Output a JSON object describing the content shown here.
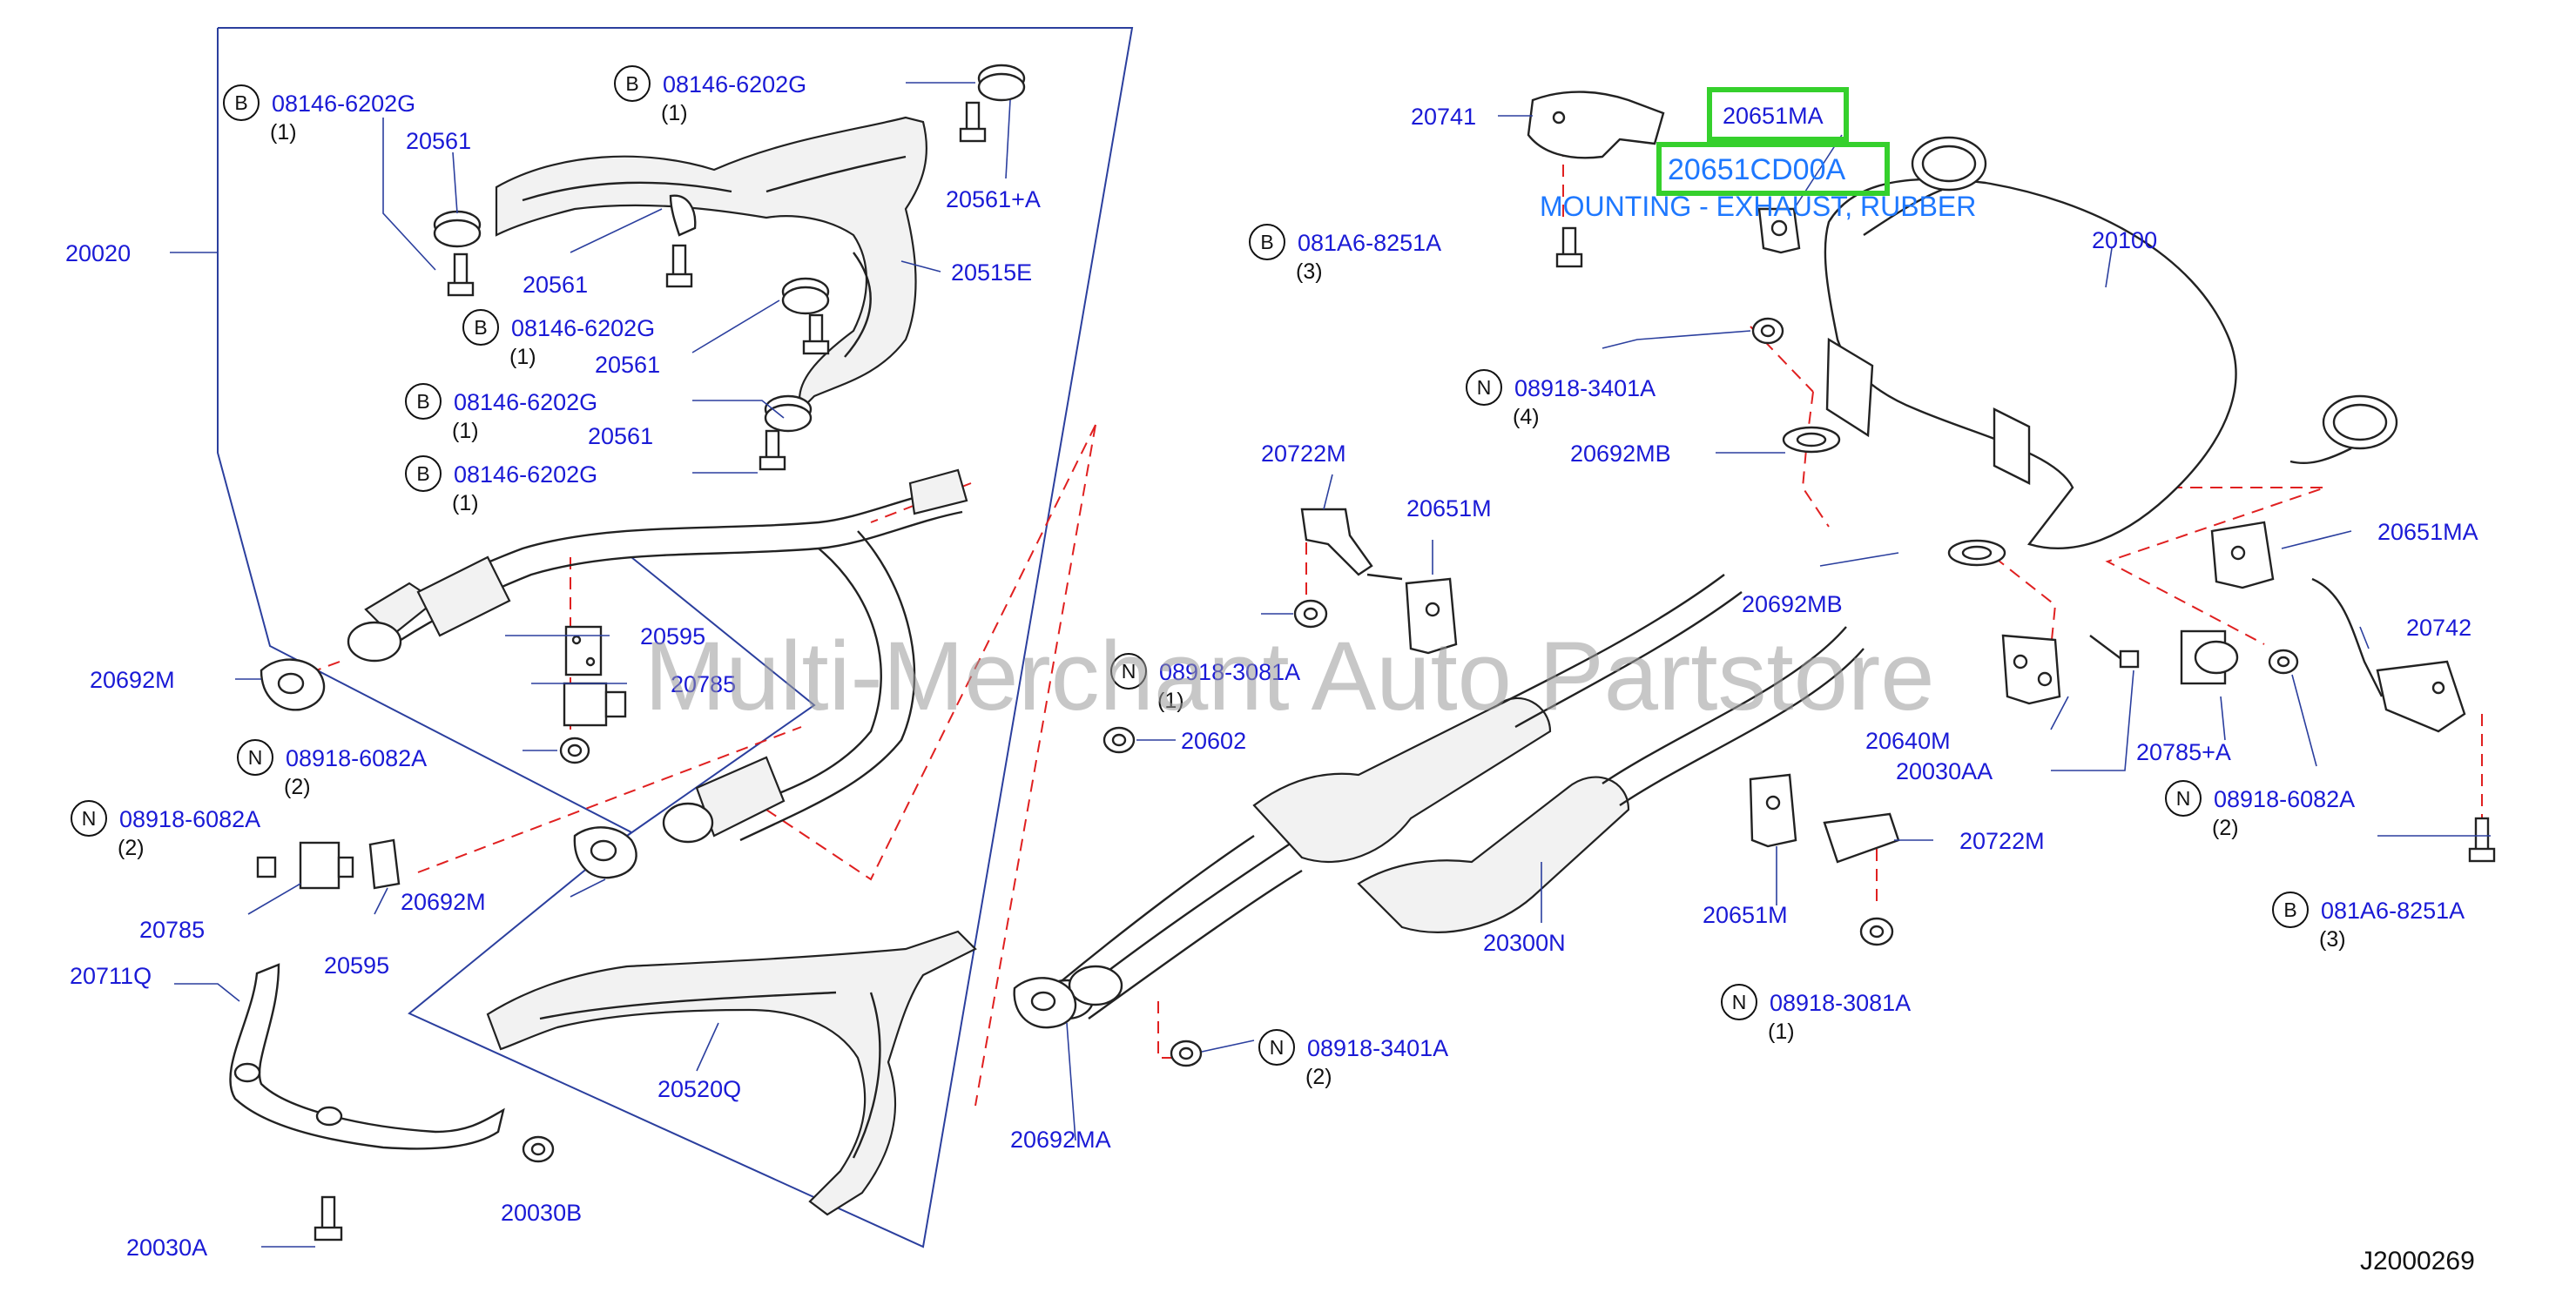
{
  "diagram_id": "J2000269",
  "watermark": "Multi-Merchant Auto Partstore",
  "highlight": {
    "part_number": "20651MA",
    "oem_number": "20651CD00A",
    "description": "MOUNTING - EXHAUST, RUBBER",
    "accent_color": "#35d02c",
    "text_color": "#1e78ff"
  },
  "labels": {
    "p20020": "20020",
    "p20561_a": "20561",
    "p20561_b": "20561",
    "p20561_c": "20561",
    "p20561_d": "20561",
    "p20561_plus_a": "20561+A",
    "p20515e": "20515E",
    "p20692m_a": "20692M",
    "p20692m_b": "20692M",
    "p20595_a": "20595",
    "p20595_b": "20595",
    "p20785_a": "20785",
    "p20785_b": "20785",
    "p20711q": "20711Q",
    "p20520q": "20520Q",
    "p20030a": "20030A",
    "p20030b": "20030B",
    "p20602": "20602",
    "p20741": "20741",
    "p20100": "20100",
    "p20722m_a": "20722M",
    "p20722m_b": "20722M",
    "p20651m_a": "20651M",
    "p20651m_b": "20651M",
    "p20692mb_a": "20692MB",
    "p20692mb_b": "20692MB",
    "p20651ma_b": "20651MA",
    "p20742": "20742",
    "p20640m": "20640M",
    "p20030aa": "20030AA",
    "p20785_plus_a": "20785+A",
    "p20300n": "20300N",
    "p20692ma": "20692MA"
  },
  "fasteners": {
    "f1": {
      "badge": "B",
      "code": "08146-6202G",
      "qty": "(1)"
    },
    "f2": {
      "badge": "B",
      "code": "08146-6202G",
      "qty": "(1)"
    },
    "f3": {
      "badge": "B",
      "code": "08146-6202G",
      "qty": "(1)"
    },
    "f4": {
      "badge": "B",
      "code": "08146-6202G",
      "qty": "(1)"
    },
    "f5": {
      "badge": "B",
      "code": "08146-6202G",
      "qty": "(1)"
    },
    "f6": {
      "badge": "N",
      "code": "08918-6082A",
      "qty": "(2)"
    },
    "f7": {
      "badge": "N",
      "code": "08918-6082A",
      "qty": "(2)"
    },
    "f8": {
      "badge": "B",
      "code": "081A6-8251A",
      "qty": "(3)"
    },
    "f9": {
      "badge": "N",
      "code": "08918-3401A",
      "qty": "(4)"
    },
    "f10": {
      "badge": "N",
      "code": "08918-3081A",
      "qty": "(1)"
    },
    "f11": {
      "badge": "N",
      "code": "08918-6082A",
      "qty": "(2)"
    },
    "f12": {
      "badge": "B",
      "code": "081A6-8251A",
      "qty": "(3)"
    },
    "f13": {
      "badge": "N",
      "code": "08918-3081A",
      "qty": "(1)"
    },
    "f14": {
      "badge": "N",
      "code": "08918-3401A",
      "qty": "(2)"
    }
  }
}
